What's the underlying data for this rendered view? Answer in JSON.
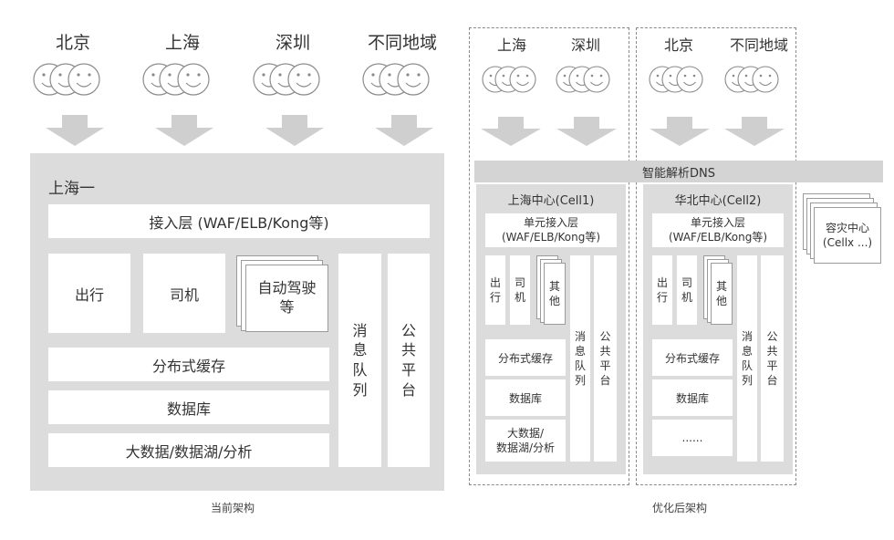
{
  "current": {
    "regions": [
      "北京",
      "上海",
      "深圳",
      "不同地域"
    ],
    "site": "上海一",
    "access": "接入层 (WAF/ELB/Kong等)",
    "services": [
      "出行",
      "司机",
      "自动驾驶\n等"
    ],
    "cache": "分布式缓存",
    "db": "数据库",
    "bigdata": "大数据/数据湖/分析",
    "mq": "消\n息\n队\n列",
    "platform": "公\n共\n平\n台",
    "caption": "当前架构"
  },
  "optimized": {
    "regions_a": [
      "上海",
      "深圳"
    ],
    "regions_b": [
      "北京",
      "不同地域"
    ],
    "dns": "智能解析DNS",
    "cell1": {
      "title": "上海中心(Cell1)",
      "access": "单元接入层\n(WAF/ELB/Kong等)",
      "svc1": "出\n行",
      "svc2": "司\n机",
      "svc3": "其\n他",
      "cache": "分布式缓存",
      "db": "数据库",
      "bigdata": "大数据/\n数据湖/分析",
      "mq": "消\n息\n队\n列",
      "platform": "公\n共\n平\n台"
    },
    "cell2": {
      "title": "华北中心(Cell2)",
      "access": "单元接入层\n(WAF/ELB/Kong等)",
      "svc1": "出\n行",
      "svc2": "司\n机",
      "svc3": "其\n他",
      "cache": "分布式缓存",
      "db": "数据库",
      "more": "......",
      "mq": "消\n息\n队\n列",
      "platform": "公\n共\n平\n台"
    },
    "dr": "容灾中心\n(Cellx ...)",
    "caption": "优化后架构"
  }
}
